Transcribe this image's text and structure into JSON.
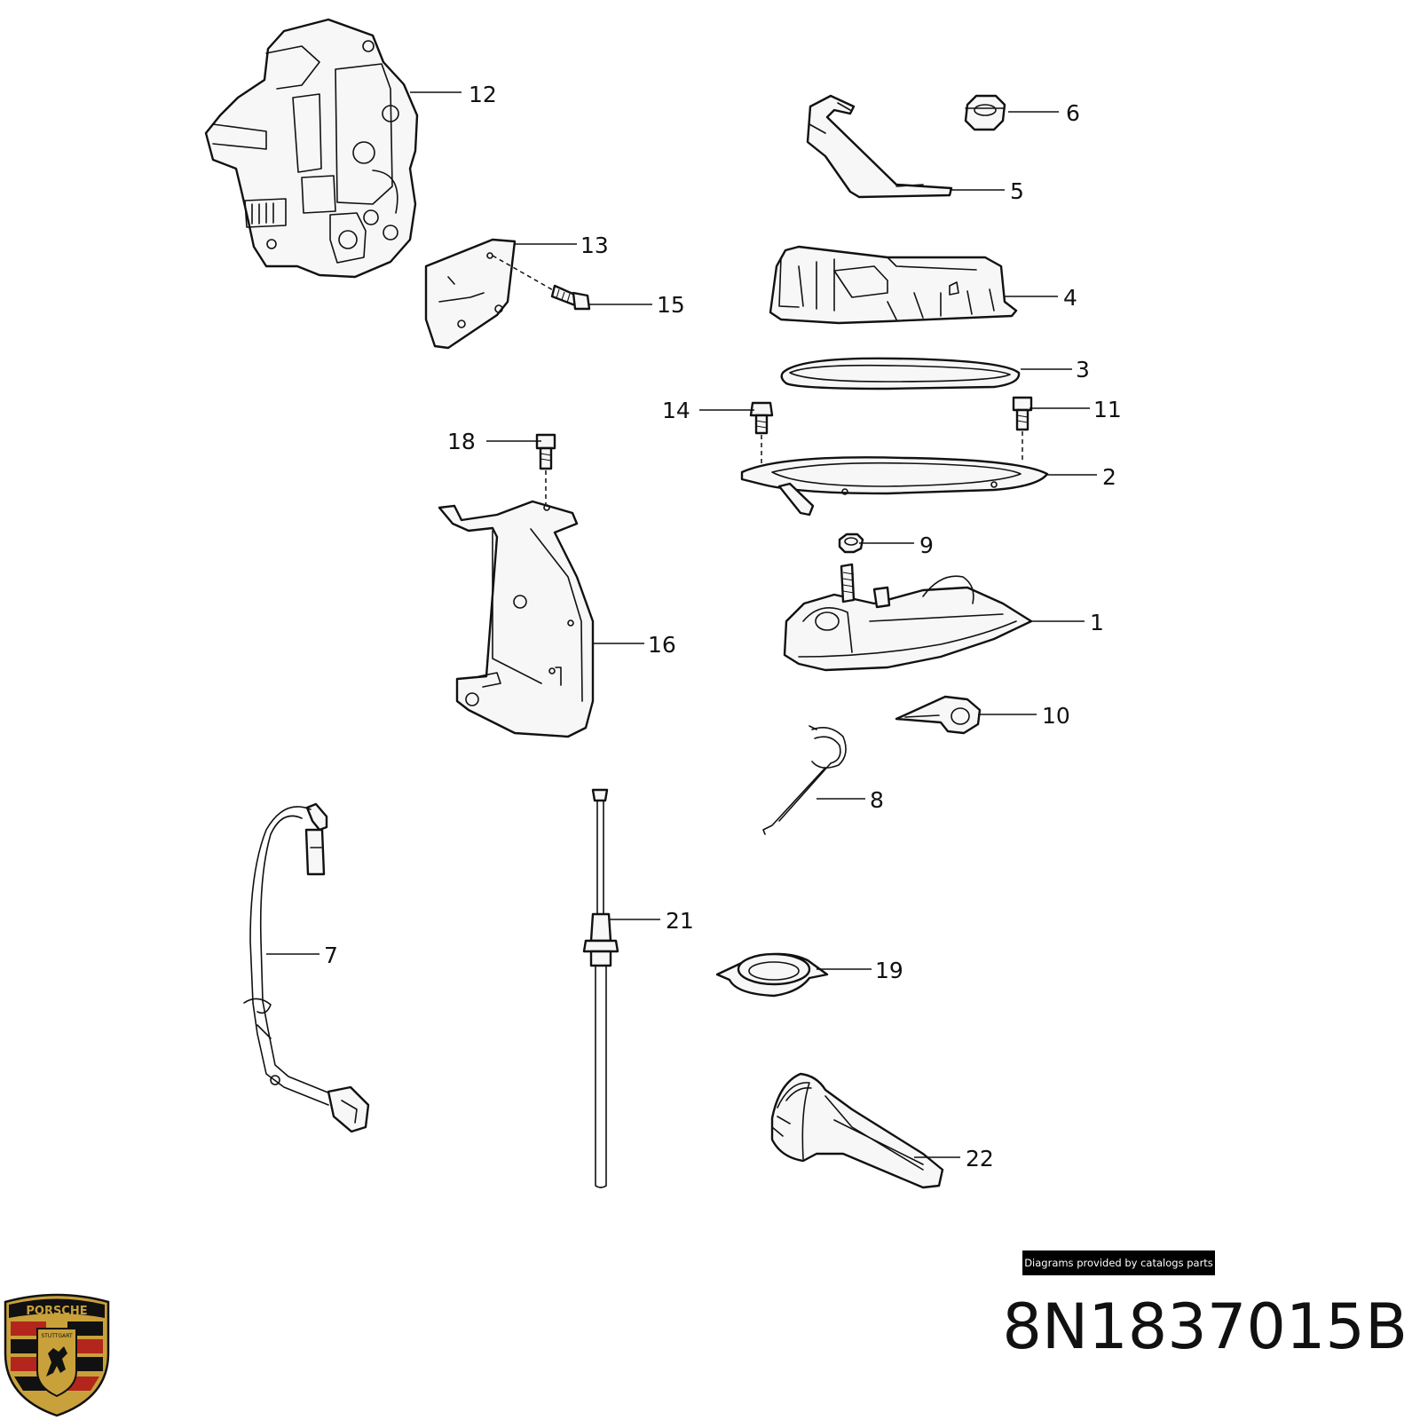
{
  "callouts": [
    {
      "id": "12",
      "label": "12"
    },
    {
      "id": "6",
      "label": "6"
    },
    {
      "id": "5",
      "label": "5"
    },
    {
      "id": "13",
      "label": "13"
    },
    {
      "id": "15",
      "label": "15"
    },
    {
      "id": "4",
      "label": "4"
    },
    {
      "id": "3",
      "label": "3"
    },
    {
      "id": "14",
      "label": "14"
    },
    {
      "id": "11",
      "label": "11"
    },
    {
      "id": "18",
      "label": "18"
    },
    {
      "id": "2",
      "label": "2"
    },
    {
      "id": "9",
      "label": "9"
    },
    {
      "id": "1",
      "label": "1"
    },
    {
      "id": "16",
      "label": "16"
    },
    {
      "id": "10",
      "label": "10"
    },
    {
      "id": "8",
      "label": "8"
    },
    {
      "id": "21",
      "label": "21"
    },
    {
      "id": "7",
      "label": "7"
    },
    {
      "id": "19",
      "label": "19"
    },
    {
      "id": "22",
      "label": "22"
    }
  ],
  "credit": "Diagrams provided by catalogs parts",
  "part_number": "8N1837015B",
  "logo": {
    "icon": "porsche-crest-icon",
    "brand_text": "PORSCHE",
    "city_text": "STUTTGART",
    "colors": {
      "gold": "#c9a13b",
      "red": "#b3261e",
      "black": "#111111"
    }
  }
}
